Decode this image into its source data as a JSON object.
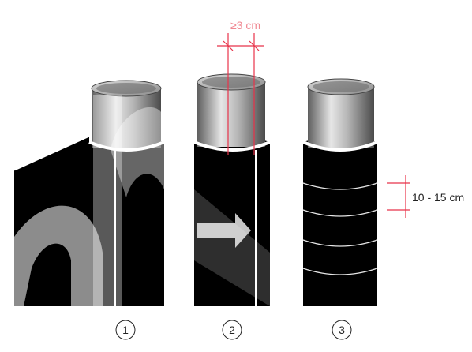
{
  "figure": {
    "dimension_top": "≥3 cm",
    "dimension_right": "10 - 15 cm",
    "steps": [
      "1",
      "2",
      "3"
    ],
    "colors": {
      "insulation": "#000000",
      "pipe_light": "#e0e0e0",
      "pipe_dark": "#6b6b6b",
      "measure_line": "#e8334a",
      "measure_text": "#f08a94",
      "watermark": "#ffffff"
    },
    "icons": [
      "right-arrow-icon",
      "watermark-logo"
    ]
  }
}
